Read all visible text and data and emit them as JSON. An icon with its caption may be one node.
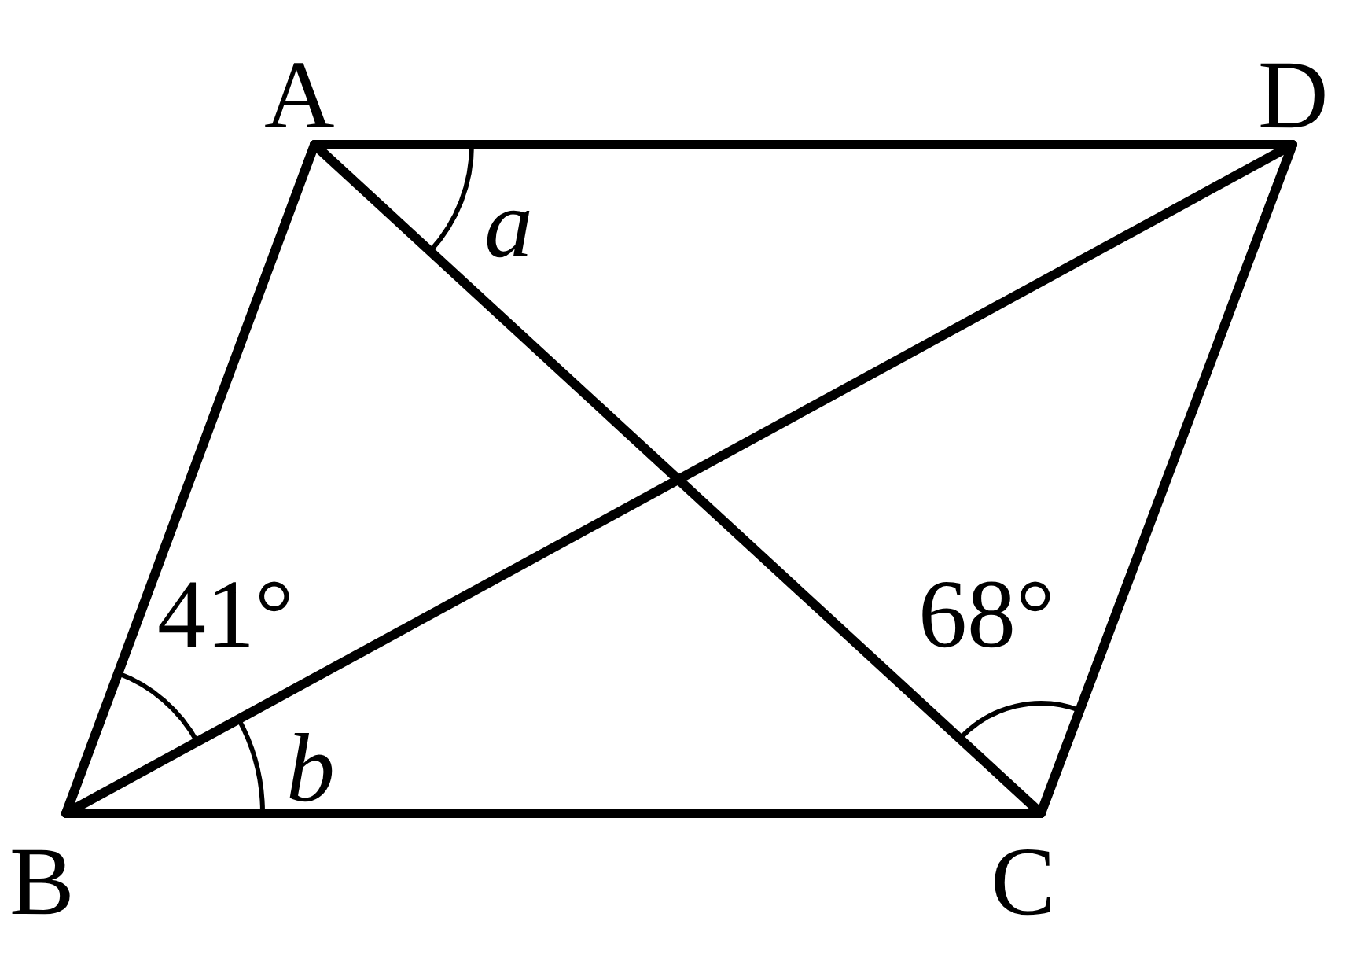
{
  "diagram": {
    "nodes": [
      {
        "text": [
          "A"
        ]
      },
      {
        "text": [
          "D"
        ]
      },
      {
        "text": [
          "B"
        ]
      },
      {
        "text": [
          "C"
        ]
      }
    ],
    "edges": [
      {
        "from": 0,
        "to": 1,
        "arrow": "none"
      },
      {
        "from": 0,
        "to": 2,
        "arrow": "none"
      },
      {
        "from": 2,
        "to": 3,
        "arrow": "none"
      },
      {
        "from": 3,
        "to": 1,
        "arrow": "none"
      },
      {
        "from": 0,
        "to": 3,
        "arrow": "none"
      },
      {
        "from": 2,
        "to": 1,
        "arrow": "none"
      }
    ],
    "labels": [
      "a",
      "41°",
      "68°",
      "b"
    ]
  }
}
